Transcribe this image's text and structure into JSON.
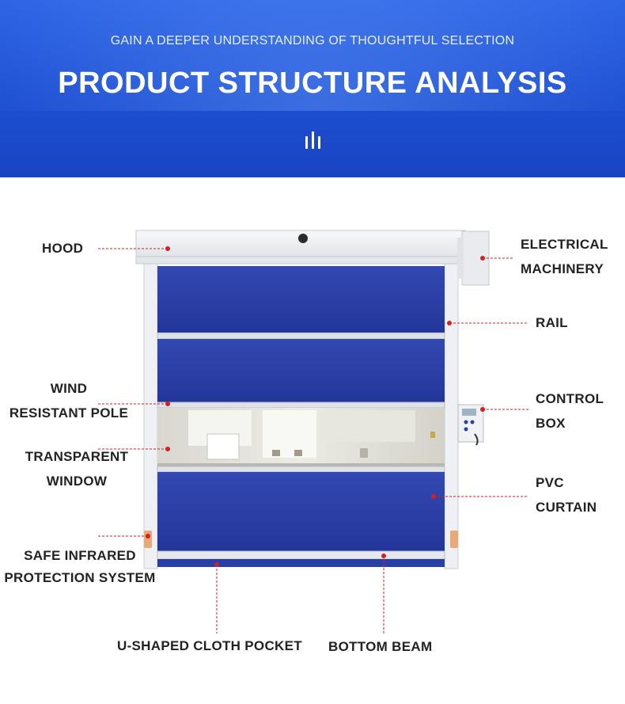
{
  "banner": {
    "subtitle": "GAIN A DEEPER UNDERSTANDING OF THOUGHTFUL SELECTION",
    "title": "PRODUCT STRUCTURE ANALYSIS",
    "bg_color": "#1d4fd3"
  },
  "labels": {
    "hood": "HOOD",
    "electrical_l1": "ELECTRICAL",
    "electrical_l2": "MACHINERY",
    "rail": "RAIL",
    "wind_l1": "WIND",
    "wind_l2": "RESISTANT POLE",
    "control_l1": "CONTROL",
    "control_l2": "BOX",
    "window_l1": "TRANSPARENT",
    "window_l2": "WINDOW",
    "pvc_l1": "PVC",
    "pvc_l2": "CURTAIN",
    "infrared_l1": "SAFE INFRARED",
    "infrared_l2": "PROTECTION SYSTEM",
    "pocket": "U-SHAPED CLOTH POCKET",
    "beam": "BOTTOM BEAM"
  },
  "colors": {
    "curtain": "#2a3fa6",
    "leader_line": "#d42020",
    "frame": "#eef0f3"
  }
}
